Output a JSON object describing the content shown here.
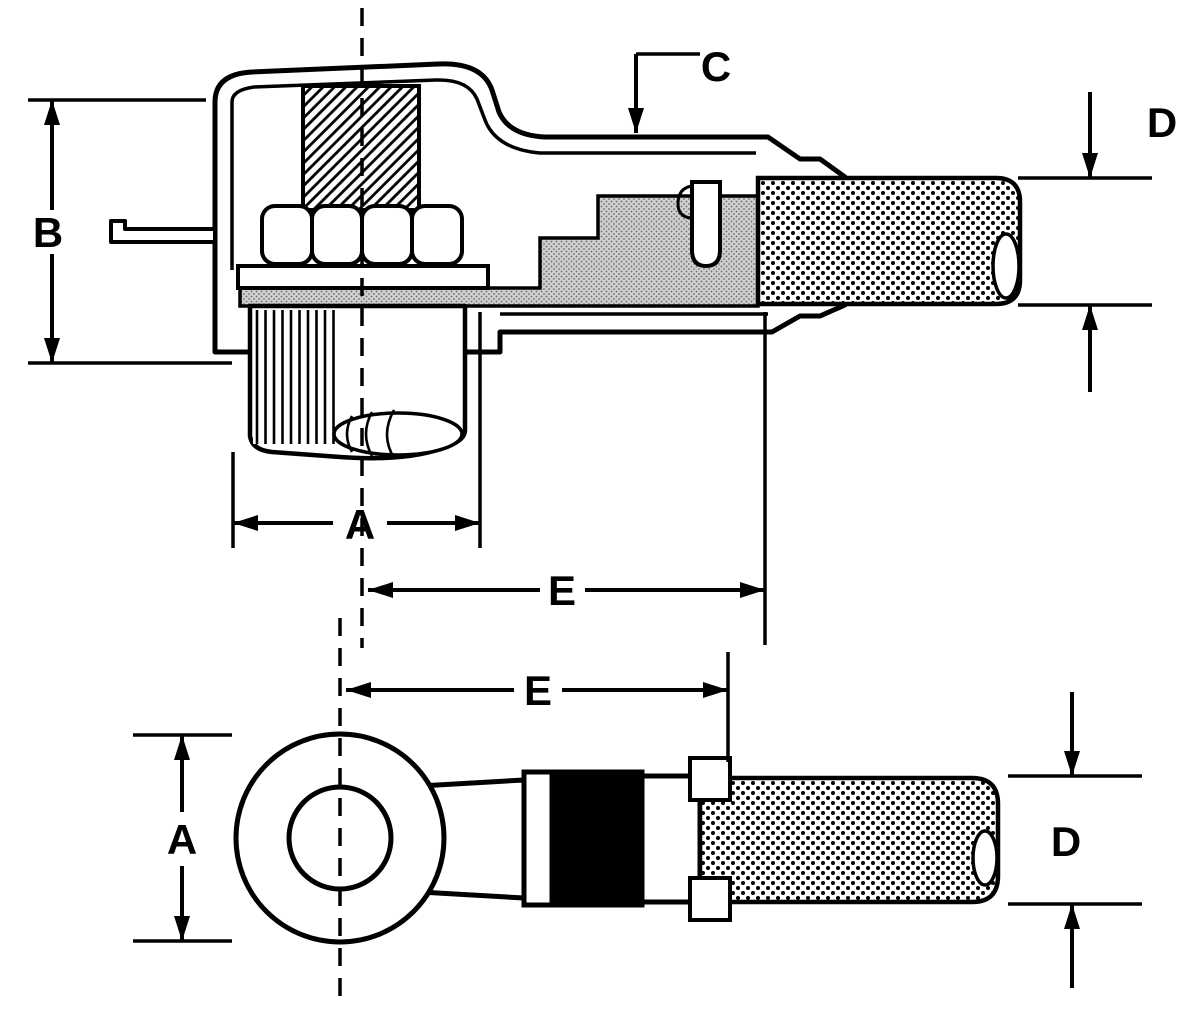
{
  "drawing": {
    "colors": {
      "line": "#000000",
      "background": "#ffffff",
      "metal_section_fill": "#cfcfcf"
    },
    "top_view": {
      "dim_b_label": "B",
      "dim_c_label": "C",
      "dim_d_label": "D",
      "dim_a_label": "A",
      "dim_e_label": "E"
    },
    "bottom_view": {
      "dim_e_label": "E",
      "dim_a_label": "A",
      "dim_d_label": "D"
    }
  }
}
